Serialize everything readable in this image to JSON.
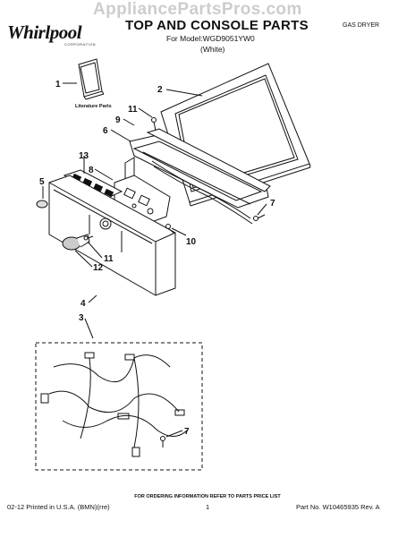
{
  "watermark": "AppliancePartsPros.com",
  "header": {
    "brand": "Whirlpool",
    "brand_sub": "CORPORATION",
    "title": "TOP AND CONSOLE PARTS",
    "model_line": "For Model:WGD9051YW0",
    "color_line": "(White)",
    "product_type": "GAS DRYER"
  },
  "diagram": {
    "literature_label": "Literature Parts",
    "callouts": [
      "1",
      "2",
      "11",
      "9",
      "6",
      "13",
      "8",
      "5",
      "7",
      "10",
      "11",
      "12",
      "4",
      "3",
      "7"
    ]
  },
  "footer": {
    "order_info": "FOR ORDERING INFORMATION REFER TO PARTS PRICE LIST",
    "printed": "02-12 Printed in U.S.A. (BMN)(rre)",
    "page": "1",
    "part_no": "Part No. W10465935 Rev. A"
  },
  "colors": {
    "ink": "#111111",
    "watermark": "#cccccc"
  }
}
